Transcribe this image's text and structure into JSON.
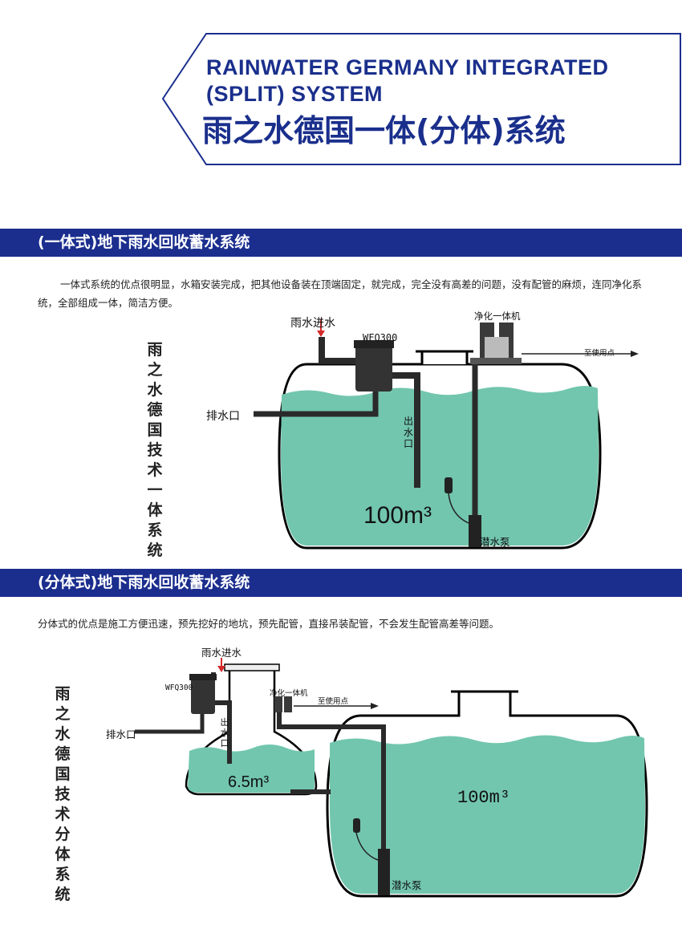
{
  "header": {
    "title_en": "RAINWATER GERMANY INTEGRATED (SPLIT) SYSTEM",
    "title_zh": "雨之水德国一体(分体)系统"
  },
  "section1": {
    "heading": "(一体式)地下雨水回收蓄水系统",
    "description": "一体式系统的优点很明显，水箱安装完成，把其他设备装在顶端固定，就完成，完全没有高差的问题，没有配管的麻烦，连同净化系统，全部组成一体，简洁方便。",
    "side_label": "雨之水德国技术 一体系统",
    "diagram": {
      "rain_inlet": "雨水进水",
      "filter_model": "WFQ300",
      "purifier": "净化一体机",
      "to_use": "至使用点",
      "drain": "排水口",
      "outlet": "出水口",
      "volume": "100m³",
      "pump": "潜水泵"
    }
  },
  "section2": {
    "heading": "(分体式)地下雨水回收蓄水系统",
    "description": "分体式的优点是施工方便迅速，预先挖好的地坑，预先配管，直接吊装配管，不会发生配管高差等问题。",
    "side_label": "雨之水德国技术 分体系统",
    "diagram": {
      "rain_inlet": "雨水进水",
      "filter_model": "WFQ300",
      "purifier": "净化一体机",
      "to_use": "至使用点",
      "drain": "排水口",
      "outlet": "出水口",
      "small_volume": "6.5m³",
      "volume": "100m³",
      "pump": "潜水泵"
    }
  },
  "colors": {
    "brand_blue": "#1b2e8e",
    "water": "#72c6ae",
    "pipe": "#2a2a2a",
    "arrow": "#d42a2a"
  }
}
